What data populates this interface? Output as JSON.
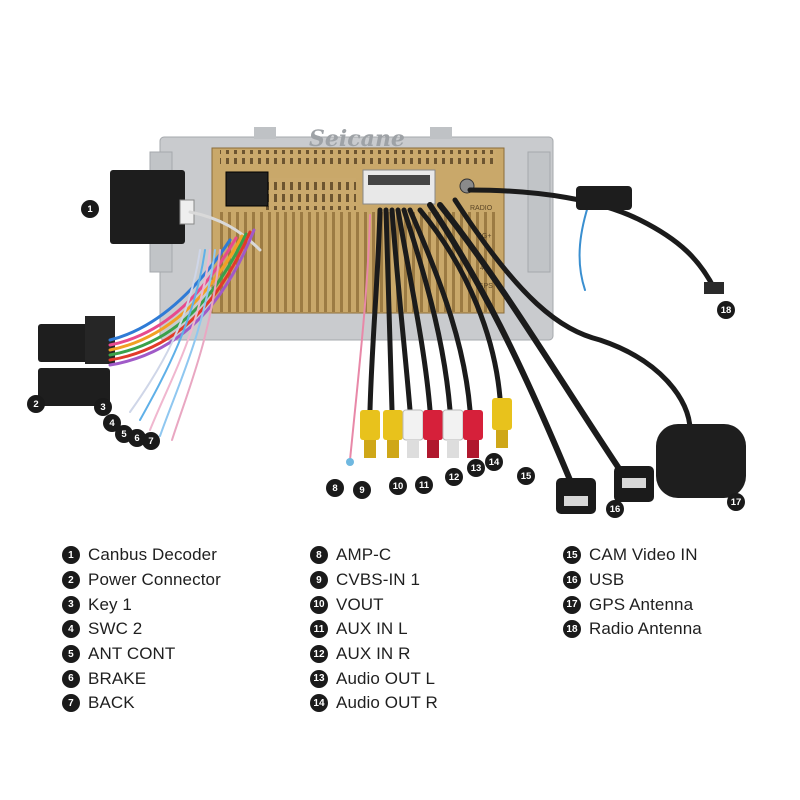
{
  "brand": "Seicane",
  "unit_labels": {
    "radio": "RADIO",
    "g4": "4G+",
    "g4b": "4G",
    "gps": "GPS"
  },
  "legend": [
    {
      "num": "1",
      "label": "Canbus Decoder"
    },
    {
      "num": "2",
      "label": "Power Connector"
    },
    {
      "num": "3",
      "label": "Key 1"
    },
    {
      "num": "4",
      "label": "SWC 2"
    },
    {
      "num": "5",
      "label": "ANT CONT"
    },
    {
      "num": "6",
      "label": "BRAKE"
    },
    {
      "num": "7",
      "label": "BACK"
    },
    {
      "num": "8",
      "label": "AMP-C"
    },
    {
      "num": "9",
      "label": "CVBS-IN 1"
    },
    {
      "num": "10",
      "label": "VOUT"
    },
    {
      "num": "11",
      "label": "AUX IN L"
    },
    {
      "num": "12",
      "label": "AUX IN R"
    },
    {
      "num": "13",
      "label": "Audio OUT L"
    },
    {
      "num": "14",
      "label": "Audio OUT R"
    },
    {
      "num": "15",
      "label": "CAM Video IN"
    },
    {
      "num": "16",
      "label": "USB"
    },
    {
      "num": "17",
      "label": "GPS Antenna"
    },
    {
      "num": "18",
      "label": "Radio Antenna"
    }
  ],
  "colors": {
    "chassis": "#c9cbce",
    "heatsink": "#c9a86a",
    "cable": "#1b1b1b",
    "rca_yellow": "#e8c21c",
    "rca_white": "#f2f2f2",
    "rca_red": "#d6203a"
  }
}
